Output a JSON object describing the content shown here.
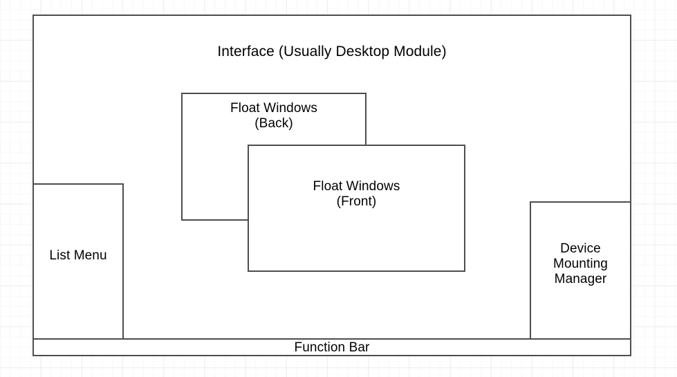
{
  "diagram": {
    "type": "block-diagram",
    "background": "#ffffff",
    "grid_color": "#ededed",
    "border_color": "#4d4d4d",
    "text_color": "#000000",
    "interface": {
      "title": "Interface (Usually Desktop Module)"
    },
    "list_menu": {
      "label": "List Menu"
    },
    "device_manager": {
      "label": "Device\nMounting\nManager"
    },
    "float_back": {
      "label": "Float Windows\n(Back)"
    },
    "float_front": {
      "label": "Float Windows\n(Front)"
    },
    "function_bar": {
      "label": "Function Bar"
    }
  }
}
